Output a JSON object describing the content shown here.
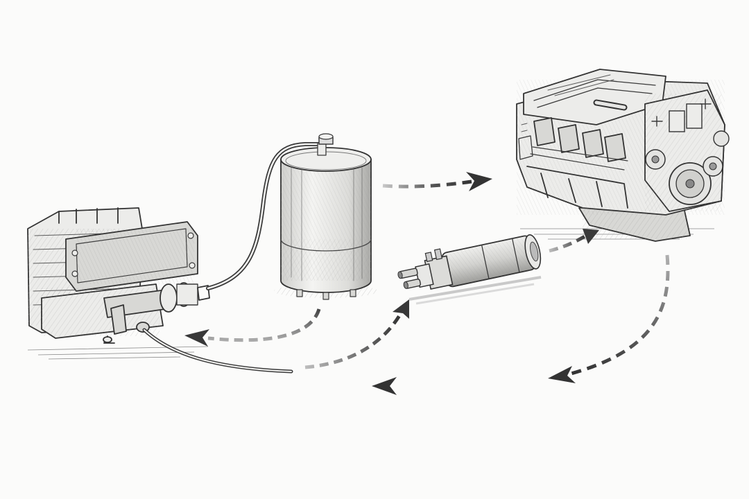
{
  "diagram": {
    "nodes": [
      {
        "id": "transmission-unit",
        "icon": "transmission-housing-icon"
      },
      {
        "id": "fluid-reservoir",
        "icon": "cylindrical-reservoir-icon"
      },
      {
        "id": "fuel-pump",
        "icon": "inline-pump-icon"
      },
      {
        "id": "engine-block",
        "icon": "v-engine-icon"
      }
    ],
    "edges": [
      {
        "from": "fluid-reservoir",
        "to": "engine-block"
      },
      {
        "from": "fuel-pump",
        "to": "engine-block"
      },
      {
        "from": "engine-block",
        "to": "transmission-unit"
      },
      {
        "from": "fluid-reservoir",
        "to": "transmission-unit"
      },
      {
        "from": "transmission-unit",
        "to": "fuel-pump"
      }
    ],
    "colors": {
      "ink": "#3a3a3a",
      "arrow_dark": "#3c3c3c",
      "arrow_light": "#9a9a9a",
      "background": "#fbfbfa"
    }
  }
}
